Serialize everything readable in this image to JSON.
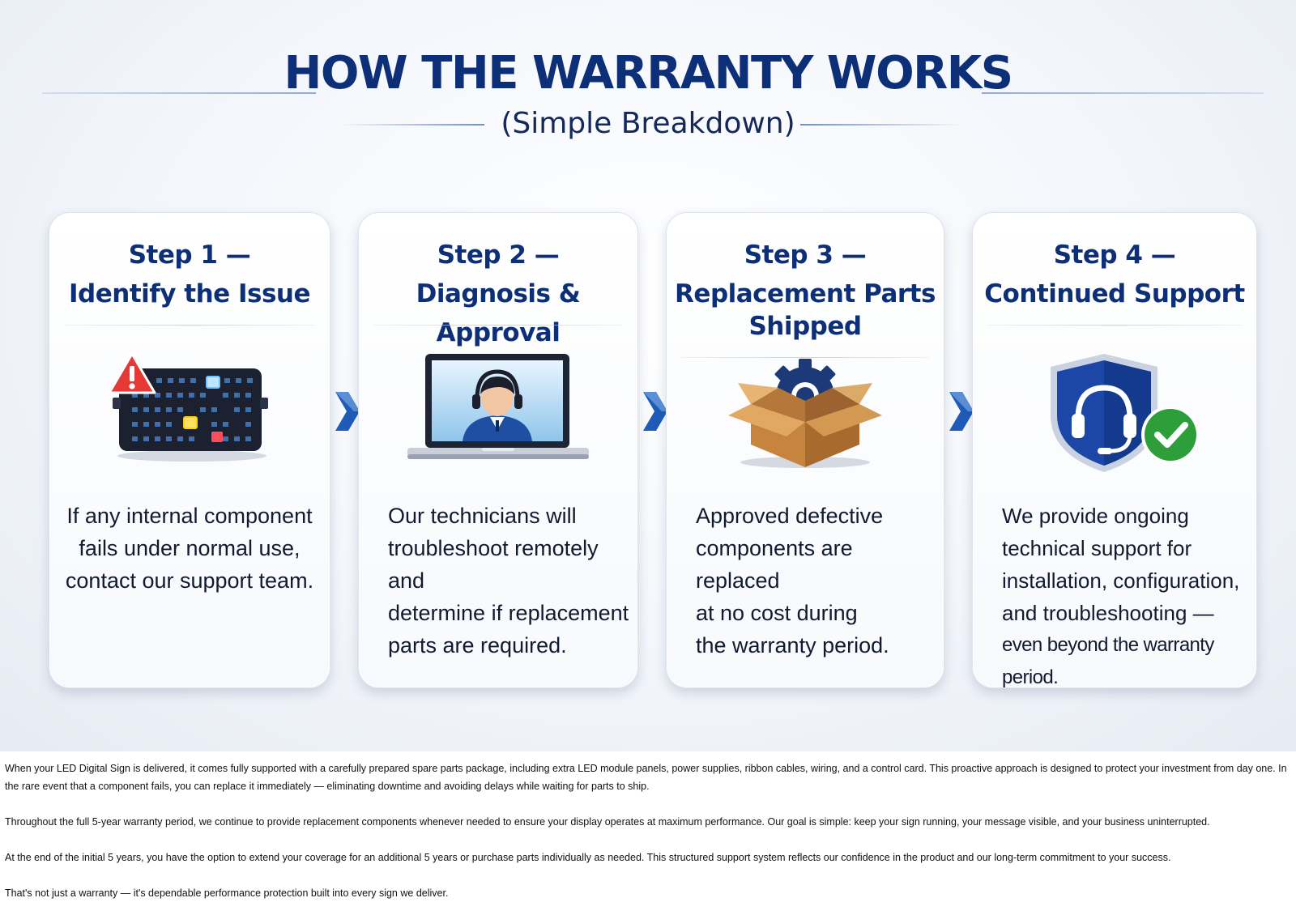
{
  "header": {
    "title": "HOW THE WARRANTY WORKS",
    "subtitle": "(Simple Breakdown)"
  },
  "steps": [
    {
      "step_label": "Step 1 —",
      "heading_lines": [
        "Identify the Issue"
      ],
      "icon": "led-module-alert-icon",
      "description_lines": [
        "If any internal component",
        "fails under normal use,",
        "contact our support team."
      ]
    },
    {
      "step_label": "Step 2 —",
      "heading_lines": [
        "Diagnosis & Approval"
      ],
      "icon": "laptop-technician-icon",
      "description_lines": [
        "Our technicians will",
        "troubleshoot remotely and",
        "determine if replacement",
        "parts are required."
      ]
    },
    {
      "step_label": "Step 3 —",
      "heading_lines": [
        "Replacement Parts",
        "Shipped"
      ],
      "icon": "box-gear-icon",
      "description_lines": [
        "Approved defective",
        "components are replaced",
        "at no cost during",
        "the warranty period."
      ]
    },
    {
      "step_label": "Step 4 —",
      "heading_lines": [
        "Continued Support"
      ],
      "icon": "shield-headset-check-icon",
      "description_lines": [
        "We provide ongoing",
        "technical support for",
        "installation, configuration,",
        "and troubleshooting —",
        "even beyond the warranty period."
      ]
    }
  ],
  "colors": {
    "title": "#0d2f78",
    "accent": "#1f5bb8",
    "success": "#2e9e3a",
    "alert": "#d62b2b"
  },
  "body": {
    "paragraphs": [
      "When your LED Digital Sign is delivered, it comes fully supported with a carefully prepared spare parts package, including extra LED module panels, power supplies, ribbon cables, wiring, and a control card. This proactive approach is designed to protect your investment from day one. In the rare event that a component fails, you can replace it immediately — eliminating downtime and avoiding delays while waiting for parts to ship.",
      "Throughout the full 5-year warranty period, we continue to provide replacement components whenever needed to ensure your display operates at maximum performance. Our goal is simple: keep your sign running, your message visible, and your business uninterrupted.",
      "At the end of the initial 5 years, you have the option to extend your coverage for an additional 5 years or purchase parts individually as needed. This structured support system reflects our confidence in the product and our long-term commitment to your success.",
      "That's not just a warranty — it's dependable performance protection built into every sign we deliver."
    ]
  }
}
